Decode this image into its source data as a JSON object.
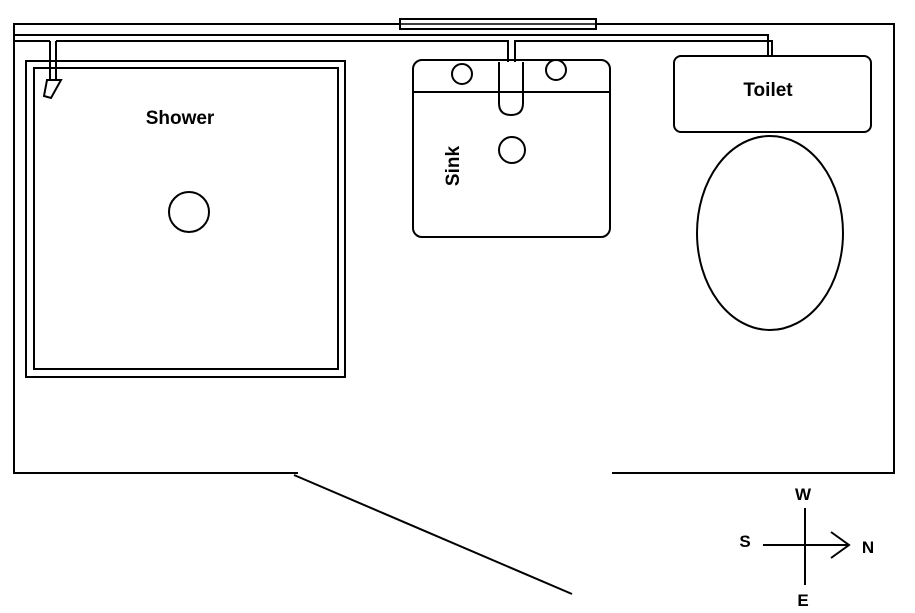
{
  "fixtures": {
    "shower": {
      "label": "Shower"
    },
    "sink": {
      "label": "Sink"
    },
    "toilet": {
      "label": "Toilet"
    }
  },
  "compass": {
    "west": "W",
    "south": "S",
    "north": "N",
    "east": "E"
  }
}
